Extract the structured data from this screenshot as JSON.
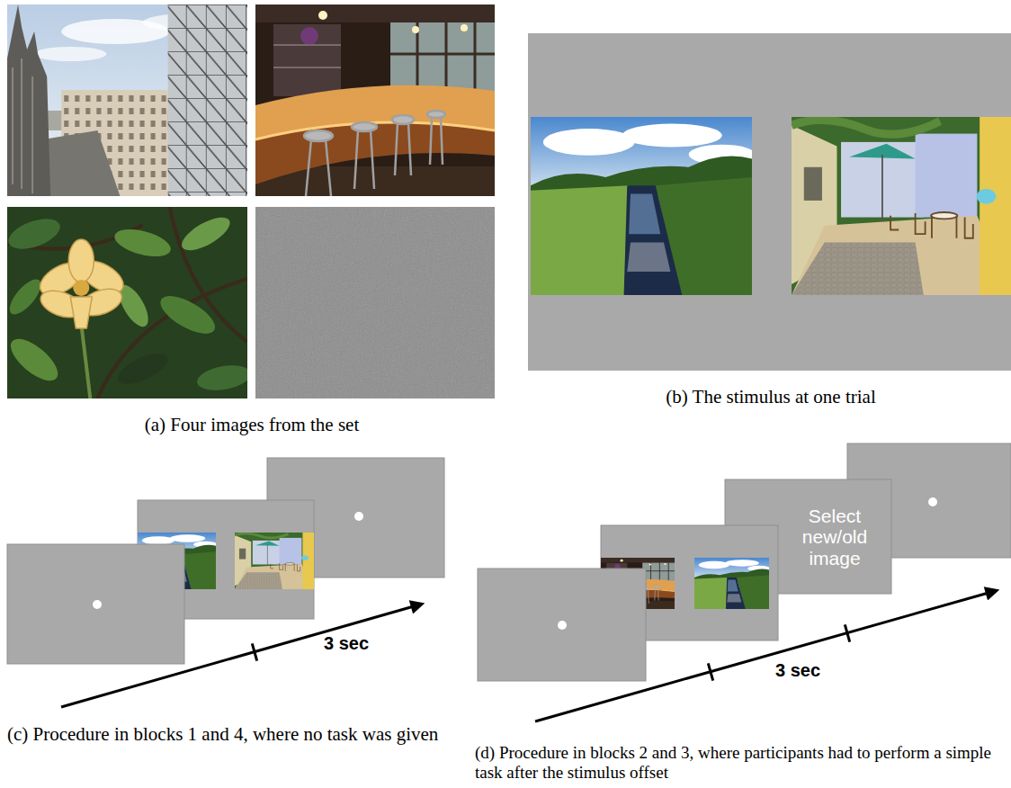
{
  "diagram": {
    "nodes": [
      {
        "text": [
          "Select new/old image"
        ]
      }
    ],
    "labels": [
      "(a) Four images from the set",
      "(b) The stimulus at one trial",
      "3 sec",
      "(c) Procedure in blocks 1 and 4, where no task was given",
      "3 sec",
      "(d) Procedure in blocks 2 and 3, where participants had to perform a simple task after the stimulus offset"
    ]
  }
}
